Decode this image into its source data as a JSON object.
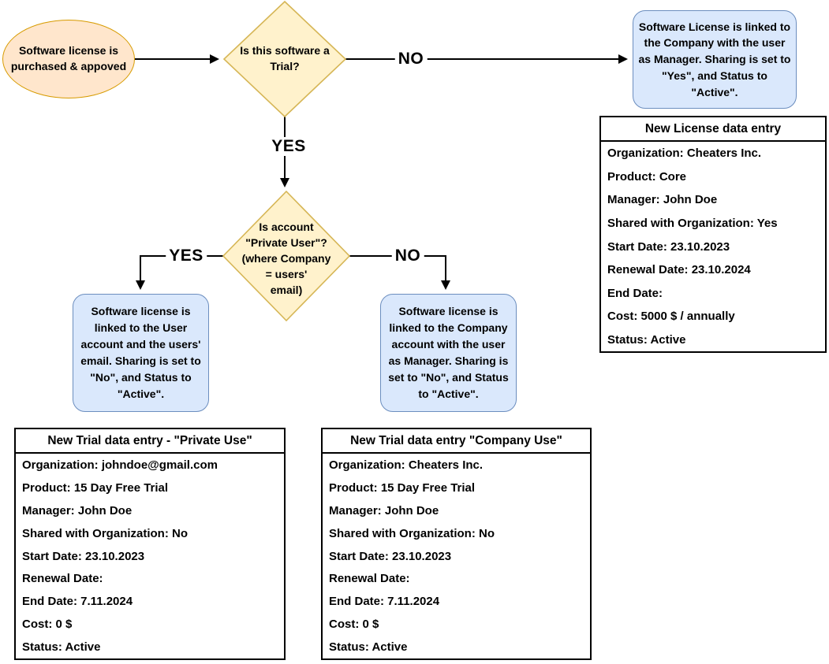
{
  "title": "Software license purchase and trial flowchart",
  "colors": {
    "start_fill": "#FFE6CC",
    "start_border": "#D79B00",
    "decision_fill": "#FFF2CC",
    "decision_border": "#D6B656",
    "result_fill": "#DAE8FC",
    "result_border": "#6C8EBF",
    "line": "#000000",
    "background": "#FFFFFF"
  },
  "flow": {
    "start": "Software license is\npurchased & appoved",
    "decision_trial": "Is this software a\nTrial?",
    "decision_private": "Is account\n\"Private User\"?\n(where Company\n= users'\nemail)",
    "edge_labels": {
      "trial_no": "NO",
      "trial_yes": "YES",
      "private_yes": "YES",
      "private_no": "NO"
    },
    "result_license": "Software License is linked to\nthe Company with the user\nas Manager. Sharing is set to\n\"Yes\", and Status to\n\"Active\".",
    "result_private": "Software license is\nlinked to the User\naccount and the users'\nemail. Sharing is set to\n\"No\", and Status to\n\"Active\".",
    "result_company": "Software license is\nlinked to the Company\naccount with the user\nas Manager. Sharing is\nset to \"No\", and Status\nto \"Active\"."
  },
  "tables": {
    "license": {
      "title": "New License data entry",
      "rows": [
        "Organization: Cheaters Inc.",
        "Product: Core",
        "Manager: John Doe",
        "Shared with Organization: Yes",
        "Start Date: 23.10.2023",
        "Renewal Date: 23.10.2024",
        "End Date:",
        "Cost: 5000 $ / annually",
        "Status: Active"
      ]
    },
    "trial_private": {
      "title": "New Trial data entry - \"Private Use\"",
      "rows": [
        "Organization: johndoe@gmail.com",
        "Product: 15 Day Free Trial",
        "Manager: John Doe",
        "Shared with Organization: No",
        "Start Date: 23.10.2023",
        "Renewal Date:",
        "End Date: 7.11.2024",
        "Cost: 0 $",
        "Status: Active"
      ]
    },
    "trial_company": {
      "title": "New Trial data entry \"Company Use\"",
      "rows": [
        "Organization: Cheaters Inc.",
        "Product: 15 Day Free Trial",
        "Manager: John Doe",
        "Shared with Organization: No",
        "Start Date: 23.10.2023",
        "Renewal Date:",
        "End Date: 7.11.2024",
        "Cost: 0 $",
        "Status: Active"
      ]
    }
  }
}
